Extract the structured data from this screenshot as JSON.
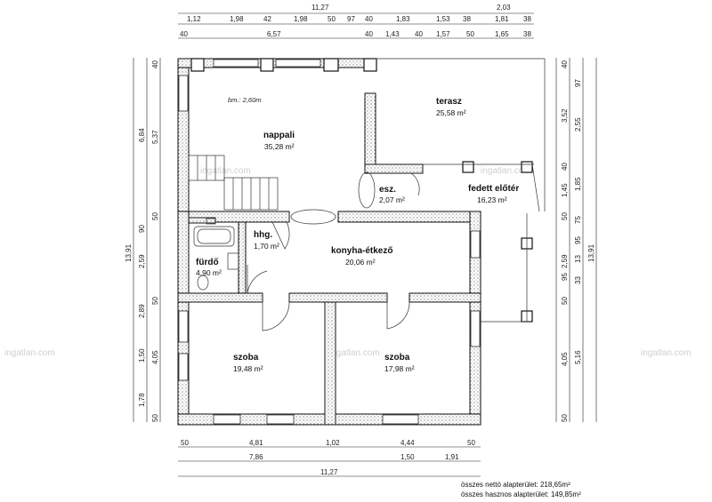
{
  "dimensions": {
    "top_row1": [
      "11,27",
      "2,03"
    ],
    "top_row2": [
      "1,12",
      "1,98",
      "42",
      "1,98",
      "50",
      "97",
      "40",
      "1,83",
      "1,53",
      "38",
      "1,81",
      "38"
    ],
    "top_row3": [
      "40",
      "6,57",
      "40",
      "1,43",
      "40",
      "1,57",
      "50",
      "1,65",
      "38"
    ],
    "left_outer": [
      "13,91"
    ],
    "left_mid": [
      "6,84",
      "90",
      "2,59",
      "2,89",
      "1,50",
      "1,78"
    ],
    "left_inner": [
      "40",
      "5,37",
      "50",
      "50",
      "4,05",
      "50"
    ],
    "right_inner": [
      "40",
      "97",
      "3,52",
      "40",
      "1,45",
      "50",
      "95",
      "95",
      "50",
      "50"
    ],
    "right_mid": [
      "2,55",
      "1,85",
      "75",
      "13",
      "2,59",
      "33",
      "4,05"
    ],
    "right_mid2": [
      "5,16"
    ],
    "right_outer": [
      "13,91"
    ],
    "bottom_row1": [
      "50",
      "4,81",
      "1,02",
      "4,44",
      "50"
    ],
    "bottom_row2": [
      "7,86",
      "1,50",
      "1,91"
    ],
    "bottom_row3": [
      "11,27"
    ]
  },
  "rooms": {
    "nappali": {
      "name": "nappali",
      "area": "35,28 m²",
      "note": "bm.: 2,60m"
    },
    "terasz": {
      "name": "terasz",
      "area": "25,58 m²"
    },
    "esz": {
      "name": "esz.",
      "area": "2,07 m²"
    },
    "fedett": {
      "name": "fedett előtér",
      "area": "16,23 m²"
    },
    "hhg": {
      "name": "hhg.",
      "area": "1,70 m²"
    },
    "furdo": {
      "name": "fürdő",
      "area": "4,90 m²"
    },
    "konyha": {
      "name": "konyha-étkező",
      "area": "20,06 m²"
    },
    "szoba1": {
      "name": "szoba",
      "area": "19,48 m²"
    },
    "szoba2": {
      "name": "szoba",
      "area": "17,98 m²"
    }
  },
  "summary": {
    "net": "összes nettó alapterület: 218,65m²",
    "useful": "összes hasznos alapterület: 149,85m²"
  },
  "watermark": "ingatlan.com"
}
